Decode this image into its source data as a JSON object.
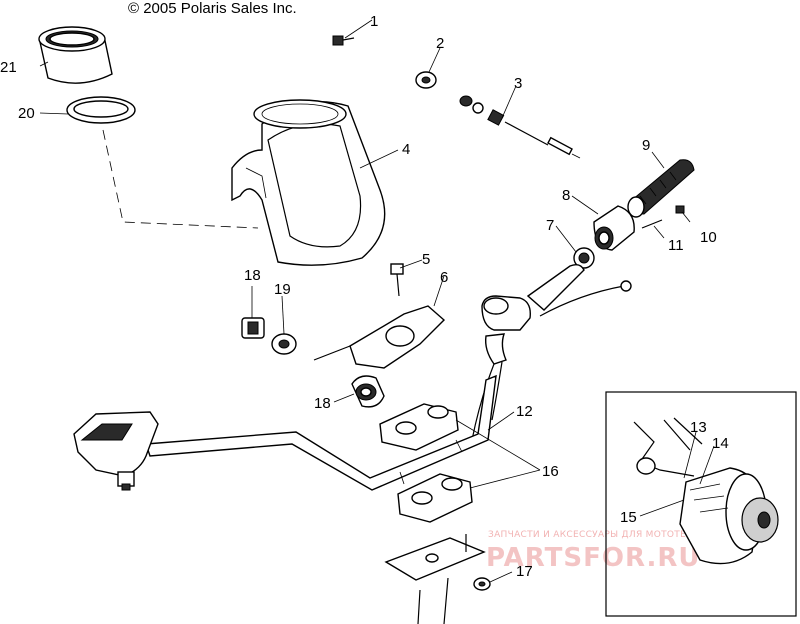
{
  "copyright": "© 2005 Polaris Sales Inc.",
  "watermark": {
    "line1": "ЗАПЧАСТИ И АКСЕССУАРЫ ДЛЯ МОТОТЕХНИКИ",
    "line2": "PARTSFOR.RU"
  },
  "callouts": [
    {
      "id": "c1",
      "label": "1"
    },
    {
      "id": "c2",
      "label": "2"
    },
    {
      "id": "c3",
      "label": "3"
    },
    {
      "id": "c4",
      "label": "4"
    },
    {
      "id": "c5",
      "label": "5"
    },
    {
      "id": "c6",
      "label": "6"
    },
    {
      "id": "c7",
      "label": "7"
    },
    {
      "id": "c8",
      "label": "8"
    },
    {
      "id": "c9",
      "label": "9"
    },
    {
      "id": "c10",
      "label": "10"
    },
    {
      "id": "c11",
      "label": "11"
    },
    {
      "id": "c12",
      "label": "12"
    },
    {
      "id": "c13",
      "label": "13"
    },
    {
      "id": "c14",
      "label": "14"
    },
    {
      "id": "c15",
      "label": "15"
    },
    {
      "id": "c16",
      "label": "16"
    },
    {
      "id": "c17",
      "label": "17"
    },
    {
      "id": "c18a",
      "label": "18"
    },
    {
      "id": "c18b",
      "label": "18"
    },
    {
      "id": "c19",
      "label": "19"
    },
    {
      "id": "c20",
      "label": "20"
    },
    {
      "id": "c21",
      "label": "21"
    }
  ]
}
